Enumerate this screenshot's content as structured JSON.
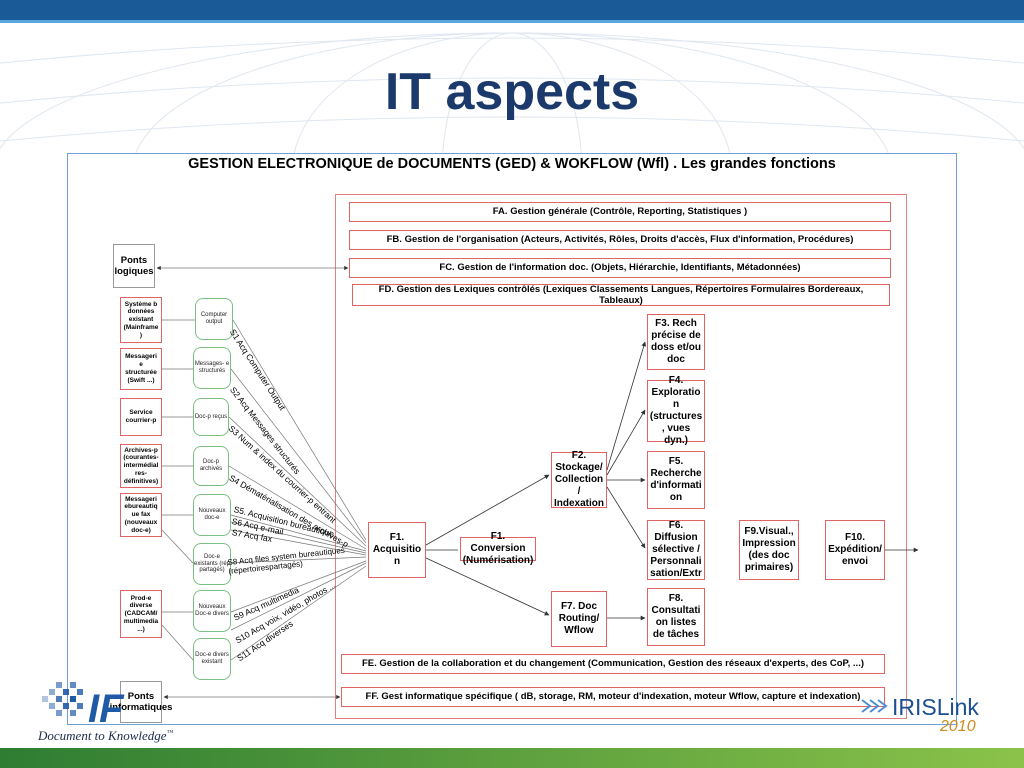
{
  "slide": {
    "title": "IT aspects"
  },
  "diagram": {
    "title": "GESTION ELECTRONIQUE de DOCUMENTS (GED) & WOKFLOW (Wfl) . Les grandes fonctions",
    "functions": {
      "fa": "FA. Gestion générale (Contrôle, Reporting, Statistiques )",
      "fb": "FB. Gestion de l'organisation (Acteurs, Activités, Rôles, Droits d'accès, Flux d'information, Procédures)",
      "fc": "FC. Gestion de l'information doc. (Objets, Hiérarchie, Identifiants, Métadonnées)",
      "fd": "FD. Gestion des Lexiques contrôlés (Lexiques Classements Langues, Répertoires Formulaires Bordereaux, Tableaux)",
      "fe": "FE. Gestion de la collaboration et du changement (Communication, Gestion des réseaux d'experts, des CoP, ...)",
      "ff": "FF. Gest informatique spécifique ( dB, storage, RM, moteur d'indexation, moteur Wflow, capture et indexation)"
    },
    "ponts_logiques": "Ponts logiques",
    "ponts_informatiques": "Ponts informatiques",
    "sources": [
      "Système b données existant (Mainframe )",
      "Messageri e structurée (Swift ...)",
      "Service courrier-p",
      "Archives-p (courantes- intermédial res- définitives)",
      "Messageri ebureautiq ue fax (nouveaux doc-e)",
      "Prod-e diverse (CADCAM/ multimedia ...)"
    ],
    "docs": [
      "Computer output",
      "Messages- e structurés",
      "Doc-p reçus",
      "Doc-p archivés",
      "Nouveaux doc-e",
      "Doc-e existants (rép partagés)",
      "Nouveaux Doc-e divers",
      "Doc-e divers existant"
    ],
    "streams": [
      "S1 Acq Computer Output",
      "S2 Acq Messages structurés",
      "S3 Num & index du courrier-p entrant",
      "S4 Dématérialisation des archives-p",
      "S5. Acquisition bureautique",
      "S6 Acq e-mail",
      "S7 Acq fax",
      "S8 Acq files system bureautiques (répertoirespartagés)",
      "S9 Acq multimedia",
      "S10 Acq voix, vidéo, photos ...",
      "S11 Acq diverses"
    ],
    "process": {
      "f1_acq": "F1. Acquisitio n",
      "f1_conv": "F1. Conversion (Numérisation)",
      "f2": "F2. Stockage/ Collection / Indexation",
      "f7": "F7. Doc Routing/ Wflow",
      "f3": "F3. Rech précise de doss et/ou doc",
      "f4": "F4. Exploratio n (structures , vues dyn.)",
      "f5": "F5. Recherche d'informati on",
      "f6": "F6. Diffusion sélective / Personnali sation/Extr",
      "f8": "F8. Consultati on listes de tâches",
      "f9": "F9.Visual., Impression (des doc primaires)",
      "f10": "F10. Expédition/ envoi"
    }
  },
  "branding": {
    "left_tagline": "Document to Knowledge",
    "left_tm": "™",
    "right_name": "IRISLink",
    "right_year": "2010"
  },
  "colors": {
    "title": "#1b3a6b",
    "top_bar": "#1a5a96",
    "bottom_bar": "#2e7d32",
    "box_border": "#e06464",
    "blob_border": "#7cbf82"
  }
}
